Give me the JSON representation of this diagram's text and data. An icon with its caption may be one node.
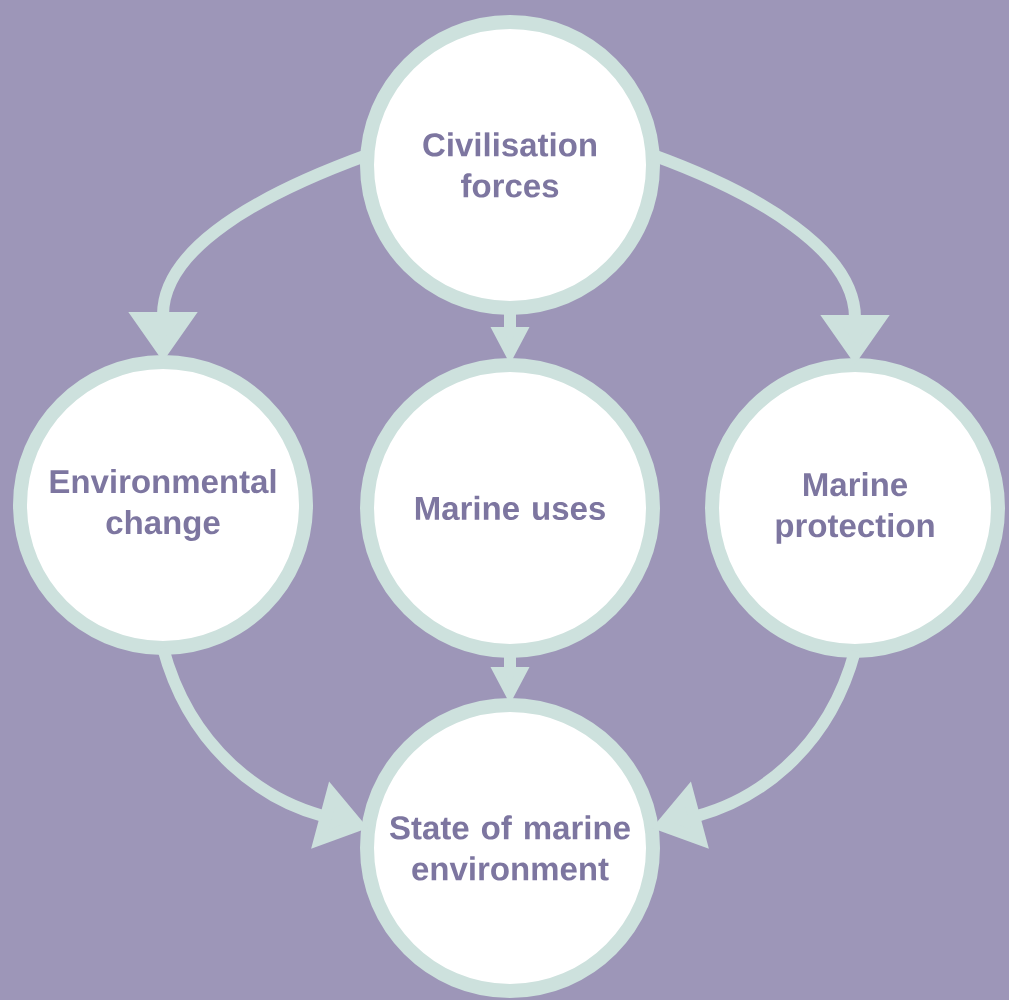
{
  "diagram": {
    "nodes": [
      {
        "text": [
          "Civilisation forces"
        ]
      },
      {
        "text": [
          "Environmental change"
        ]
      },
      {
        "text": [
          "Marine uses"
        ]
      },
      {
        "text": [
          "Marine protection"
        ]
      },
      {
        "text": [
          "State of marine environment"
        ]
      }
    ],
    "edges": [
      {
        "from": 0,
        "to": 1,
        "arrow": "to"
      },
      {
        "from": 0,
        "to": 2,
        "arrow": "to"
      },
      {
        "from": 0,
        "to": 3,
        "arrow": "to"
      },
      {
        "from": 1,
        "to": 4,
        "arrow": "to"
      },
      {
        "from": 2,
        "to": 4,
        "arrow": "to"
      },
      {
        "from": 3,
        "to": 4,
        "arrow": "to"
      }
    ]
  }
}
